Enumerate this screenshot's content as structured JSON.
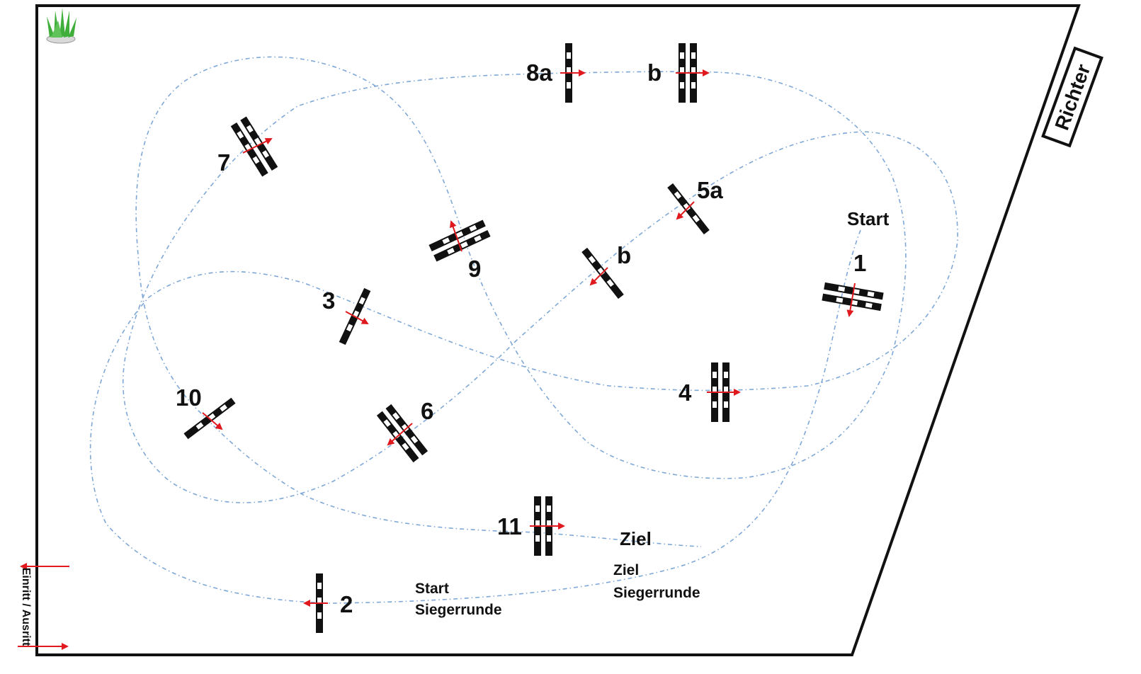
{
  "colors": {
    "arena_border": "#111111",
    "route_line": "#7fa8d6",
    "direction_arrow": "#e0191f",
    "pole_dark": "#111111",
    "pole_light": "#ffffff",
    "plant": "#3fae3a"
  },
  "labels": {
    "judge": "Richter",
    "entry_exit": "Einritt / Ausritt",
    "start": "Start",
    "finish": "Ziel",
    "jumpoff_start_1": "Start",
    "jumpoff_start_2": "Siegerrunde",
    "jumpoff_finish_1": "Ziel",
    "jumpoff_finish_2": "Siegerrunde"
  },
  "obstacles": [
    {
      "id": "1",
      "label": "1",
      "kind": "oxer"
    },
    {
      "id": "2",
      "label": "2",
      "kind": "vertical"
    },
    {
      "id": "3",
      "label": "3",
      "kind": "vertical"
    },
    {
      "id": "4",
      "label": "4",
      "kind": "oxer"
    },
    {
      "id": "5a",
      "label": "5a",
      "kind": "vertical"
    },
    {
      "id": "5b",
      "label": "b",
      "kind": "vertical"
    },
    {
      "id": "6",
      "label": "6",
      "kind": "oxer"
    },
    {
      "id": "7",
      "label": "7",
      "kind": "oxer"
    },
    {
      "id": "8a",
      "label": "8a",
      "kind": "vertical"
    },
    {
      "id": "8b",
      "label": "b",
      "kind": "oxer"
    },
    {
      "id": "9",
      "label": "9",
      "kind": "oxer"
    },
    {
      "id": "10",
      "label": "10",
      "kind": "vertical"
    },
    {
      "id": "11",
      "label": "11",
      "kind": "oxer"
    }
  ],
  "decorations": {
    "corner_plant_icon": "grass-plant-icon"
  }
}
